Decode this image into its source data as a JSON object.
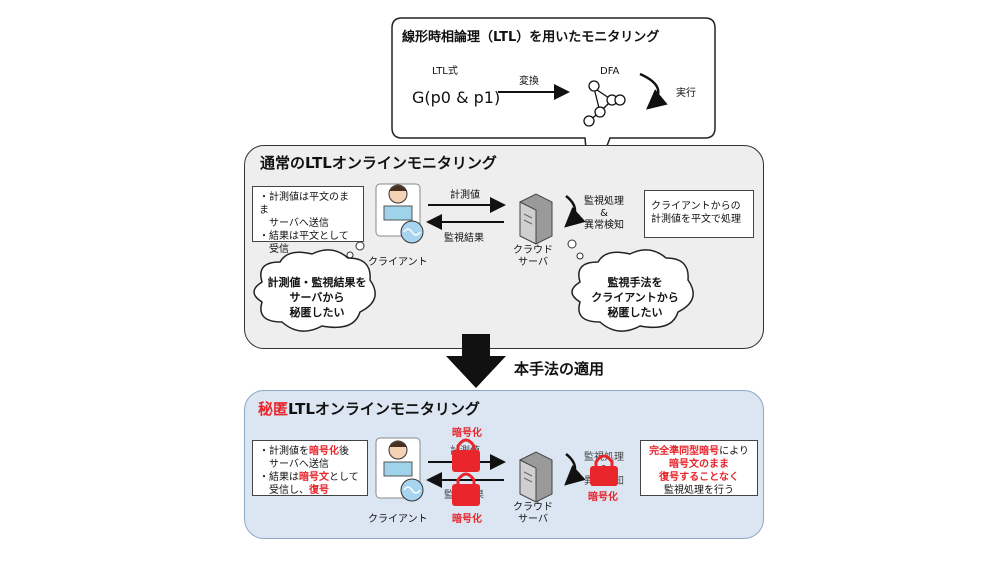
{
  "ltl_box": {
    "title": "線形時相論理（LTL）を用いたモニタリング",
    "formula_label": "LTL式",
    "formula": "G(p0 & p1)",
    "convert_label": "変換",
    "dfa_label": "DFA",
    "exec_label": "実行"
  },
  "normal": {
    "title": "通常のLTLオンラインモニタリング",
    "client_note": [
      "・計測値は平文のまま",
      "　サーバへ送信",
      "・結果は平文として",
      "　受信"
    ],
    "measure_label": "計測値",
    "result_label": "監視結果",
    "process_label": [
      "監視処理",
      "&",
      "異常検知"
    ],
    "server_note": [
      "クライアントからの",
      "計測値を平文で処理"
    ],
    "client_label": "クライアント",
    "server_label": [
      "クラウド",
      "サーバ"
    ],
    "cloud_left": [
      "計測値・監視結果を",
      "サーバから",
      "秘匿したい"
    ],
    "cloud_right": [
      "監視手法を",
      "クライアントから",
      "秘匿したい"
    ]
  },
  "apply_label": "本手法の適用",
  "secret": {
    "title_red": "秘匿",
    "title_rest": "LTLオンラインモニタリング",
    "client_note": {
      "l1a": "・計測値を",
      "l1b": "暗号化",
      "l1c": "後",
      "l2": "　サーバへ送信",
      "l3a": "・結果は",
      "l3b": "暗号文",
      "l3c": "として",
      "l4a": "　受信し、",
      "l4b": "復号"
    },
    "enc_label_top": "暗号化",
    "enc_label_bottom": "暗号化",
    "enc_label_server": "暗号化",
    "measure_label": "計測値",
    "result_label": "監視結果",
    "process_label": [
      "監視処理",
      "&",
      "異常検知"
    ],
    "server_note": {
      "l1a": "完全準同型暗号",
      "l1b": "により",
      "l2": "暗号文のまま",
      "l3": "復号することなく",
      "l4": "監視処理を行う"
    },
    "client_label": "クライアント",
    "server_label": [
      "クラウド",
      "サーバ"
    ]
  },
  "colors": {
    "red": "#e8262c",
    "panel_gray": "#eeeeee",
    "panel_blue": "#dce6f2"
  }
}
